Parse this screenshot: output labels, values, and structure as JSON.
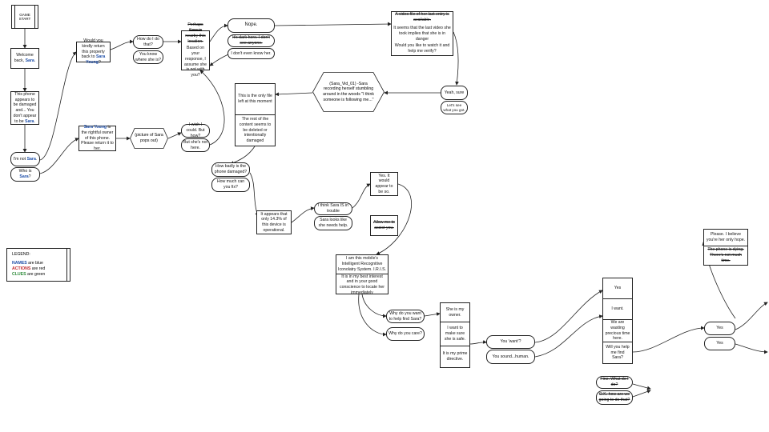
{
  "start": "GAME START",
  "legend": {
    "title": "LEGEND:",
    "names": "NAMES",
    "names_rest": " are blue",
    "actions": "ACTIONS",
    "actions_rest": " are red",
    "clues": "CLUES",
    "clues_rest": " are green"
  },
  "welcome": {
    "pre": "Welcome back, ",
    "name": "Sara",
    "post": "."
  },
  "damaged": {
    "pre": "This phone appears to be damaged and... You don't appear to be ",
    "name": "Sara",
    "post": "."
  },
  "im_not": {
    "pre": "I'm not ",
    "name": "Sara",
    "post": "."
  },
  "who_is": {
    "pre": "Who is ",
    "name": "Sara",
    "post": "?"
  },
  "return_q": {
    "pre": "Would you kindly return this property back to ",
    "name": "Sara Young",
    "post": "?"
  },
  "owner": {
    "name": "Sara Young",
    "post": " is the rightful owner of this phone. Please return it to her."
  },
  "how_do": "How do I do that?",
  "you_know": "You know where she is?",
  "picture": "(picture of Sara pops out)",
  "perhaps": {
    "strike": "Perhaps Sara is nearby this location.",
    "text": "Based on your response, I assume she is not with you?"
  },
  "wish": "I wish I could. But how?",
  "but_shes": "But she's not here.",
  "nope": "Nope.",
  "dark_here": "It's dark here. I don't see anyone.",
  "dont_know": "I don't even know her.",
  "video": {
    "strike": "A video file of her last entry is available.",
    "seems": "It seems that the last video she took implies that she is in danger",
    "watch": "Would you like to watch it and help me verify?"
  },
  "yeah_sure": "Yeah, sure",
  "lets_see": "Let's see what you got.",
  "sara_vid": "(Sara_Vid_01) -Sara recording herself stumbling around in the woods \"I think someone is following me...\"",
  "only_file": {
    "top": "This is the only file left at this moment",
    "bottom": "The rest of the content seems to be deleted or intentionally damaged"
  },
  "how_badly": "How badly is the phone damaged?",
  "how_much": "How much can you fix?",
  "operational": "It appears that only 14.3% of this device is operational.",
  "think_sara": "I think Sara IS in trouble",
  "sara_looks": "Sara looks like she needs help.",
  "yes_would": "Yes. It would appear to be so.",
  "allow_me": "Allow me to assist you.",
  "iris": {
    "top": "I am this mobile's Intelligent Recognitive Iconolatry System. I.R.I.S.",
    "bottom": "It is in my best interest and in your good conscience to locate her immediately"
  },
  "why_help": "Why do you want to help find Sara?",
  "why_care": "Why do you care?",
  "she_owner": {
    "a": "She is my owner.",
    "b": "I want to make sure she is safe.",
    "c": "It is my prime directive."
  },
  "you_want": "You 'want'?",
  "you_sound": "You sound...human.",
  "yes_stack": {
    "a": "Yes",
    "b": "I want.",
    "c": "We are wasting precious time here.",
    "d": "Will you help me find Sara?"
  },
  "fine": "Fine. What do I do?",
  "ok_how": "O.K. how are we going to do that?",
  "please": {
    "top": "Please. I believe you're her only hope.",
    "bottom": "The phone is dying. There's not much time."
  },
  "yes_1": "Yes",
  "yes_2": "Yes"
}
